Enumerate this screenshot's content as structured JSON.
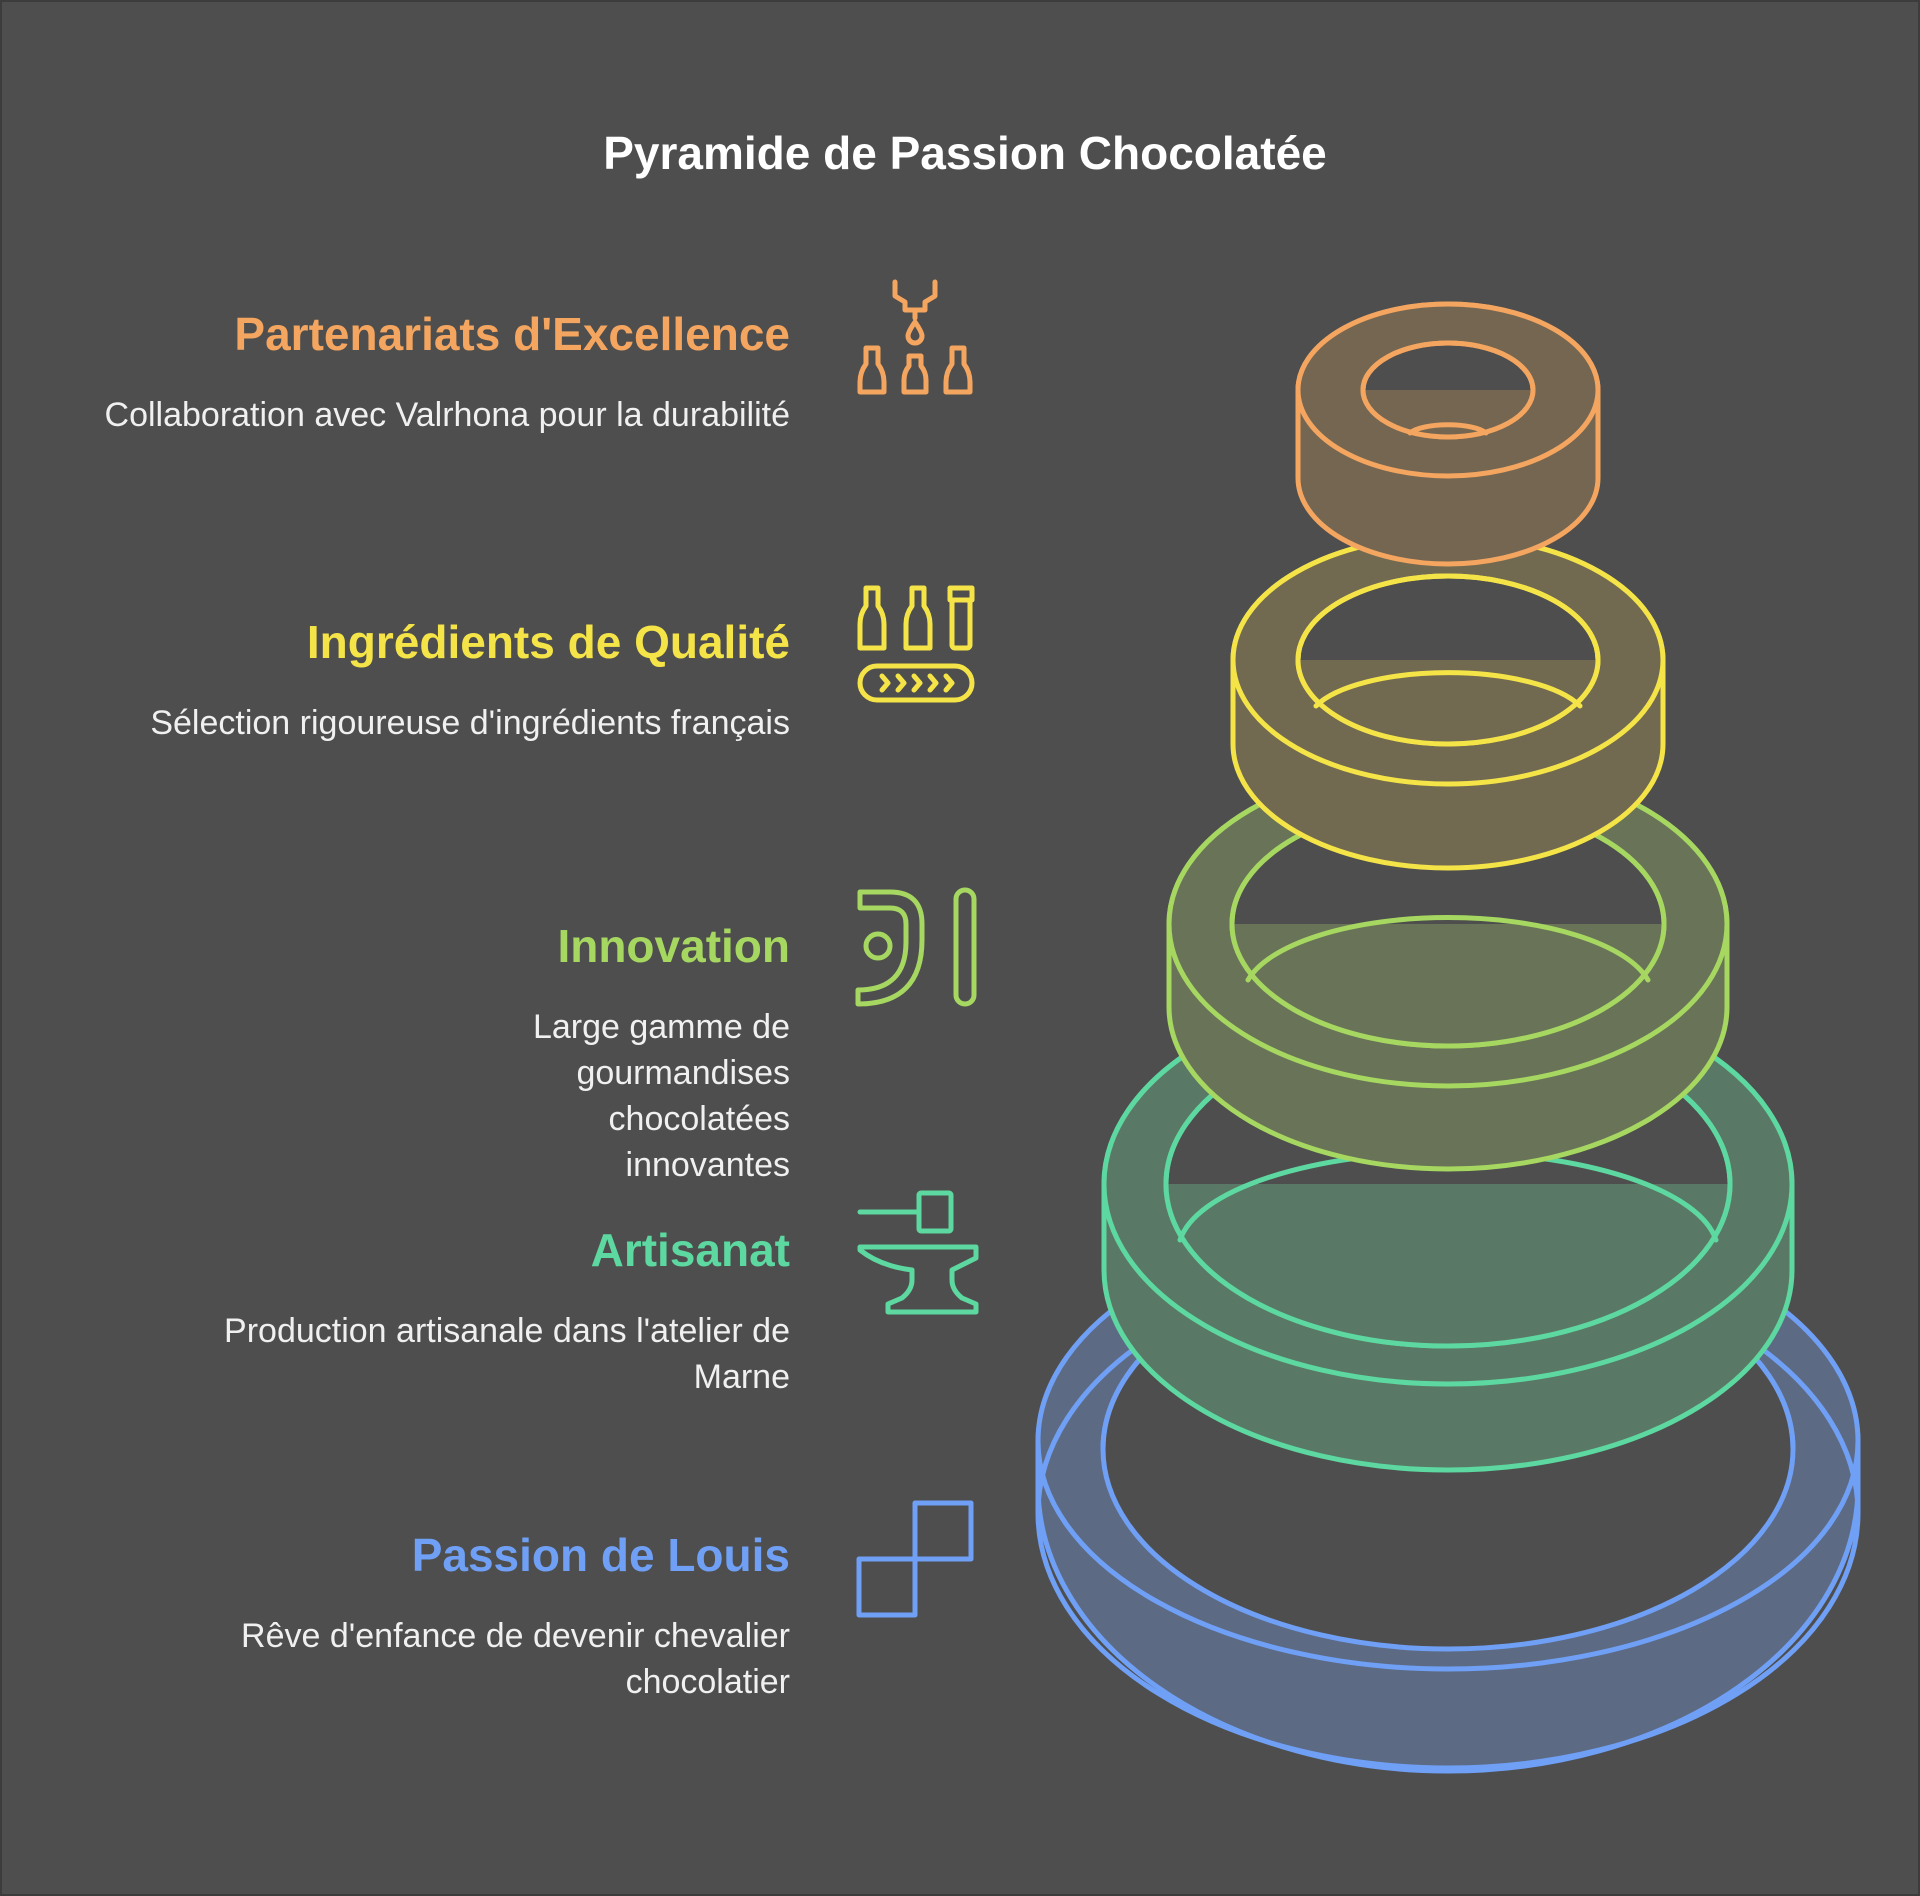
{
  "title": "Pyramide de Passion Chocolatée",
  "tiers": [
    {
      "heading": "Partenariats d'Excellence",
      "description": "Collaboration avec Valrhona pour la durabilité",
      "color": "#f4a55f",
      "icon": "drip-bottles-icon"
    },
    {
      "heading": "Ingrédients de Qualité",
      "description": "Sélection rigoureuse d'ingrédients français",
      "color": "#f5e448",
      "icon": "conveyor-bottles-icon"
    },
    {
      "heading": "Innovation",
      "description": "Large gamme de gourmandises chocolatées innovantes",
      "color": "#a6d760",
      "icon": "pipe-rod-icon"
    },
    {
      "heading": "Artisanat",
      "description": "Production artisanale dans l'atelier de Marne",
      "color": "#5cd8a0",
      "icon": "anvil-hammer-icon"
    },
    {
      "heading": "Passion de Louis",
      "description": "Rêve d'enfance de devenir chevalier chocolatier",
      "color": "#6fa0f5",
      "icon": "squares-icon"
    }
  ]
}
